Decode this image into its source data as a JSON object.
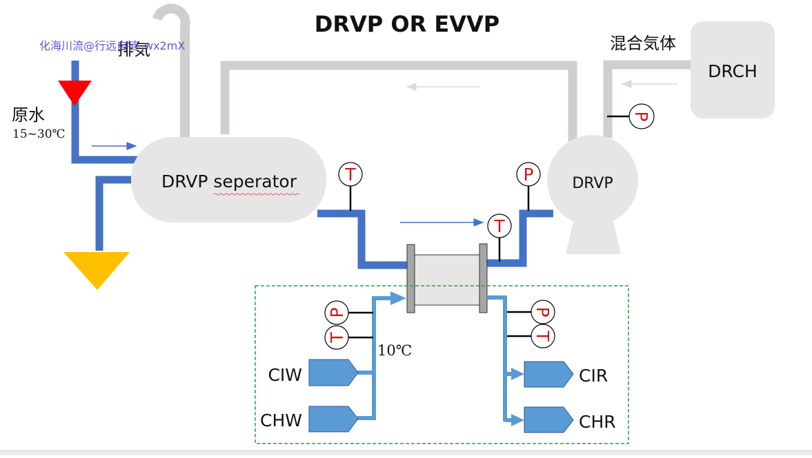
{
  "title": "DRVP OR EVVP",
  "watermark": "化海川流@行远自链_wx2mX",
  "colors": {
    "process_pipe": "#4472c4",
    "gas_pipe": "#d0cece",
    "cooling_pipe": "#5b9bd5",
    "equipment_fill": "#e7e6e6",
    "gauge_letter": "#d0141c",
    "inlet_valve": "#ff0000",
    "drain": "#ffc000",
    "cooling_box_border": "#21a345",
    "exchanger_flange": "#a6a6a6"
  },
  "labels": {
    "exhaust": "排気",
    "raw_water": "原水",
    "raw_water_temp": "15~30℃",
    "mixed_gas": "混合気体",
    "cooling_temp": "10℃"
  },
  "equipment": {
    "separator": "DRVP seperator",
    "pump": "DRVP",
    "chamber": "DRCH"
  },
  "gauges": {
    "separator_outlet": "T",
    "pump_inlet_pressure": "P",
    "exchanger_outlet_temp": "T",
    "chamber_line_pressure": "P",
    "cooling_in_pressure": "P",
    "cooling_in_temp": "T",
    "cooling_out_pressure": "P",
    "cooling_out_temp": "T"
  },
  "cooling": {
    "supply": [
      "CIW",
      "CHW"
    ],
    "return": [
      "CIR",
      "CHR"
    ]
  }
}
